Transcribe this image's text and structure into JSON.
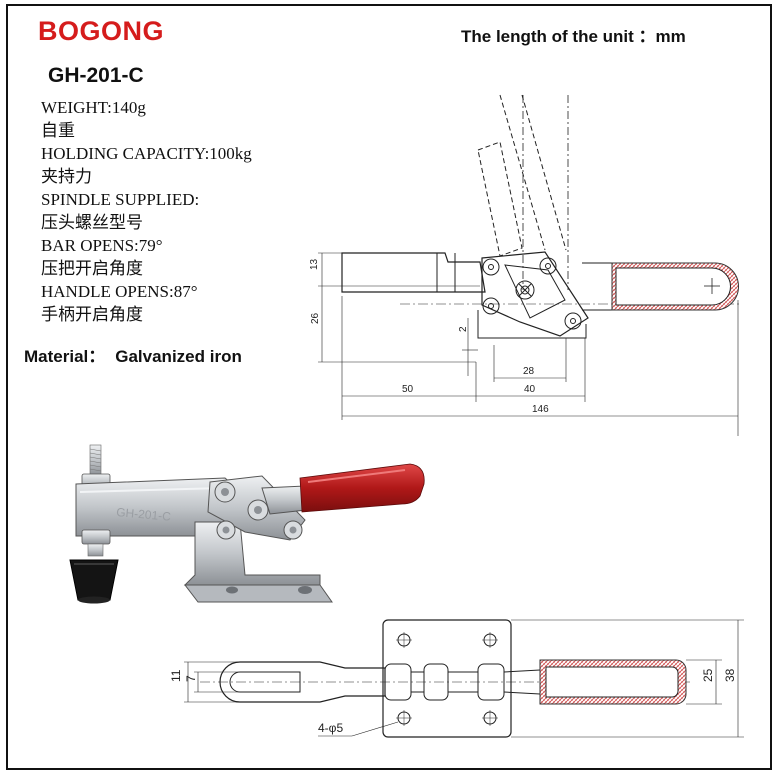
{
  "brand": "BOGONG",
  "unit_note": "The length of the unit ：mm",
  "model": "GH-201-C",
  "specs": [
    "WEIGHT:140g",
    "自重",
    "HOLDING CAPACITY:100kg",
    "夹持力",
    "SPINDLE SUPPLIED:",
    "压头螺丝型号",
    "BAR OPENS:79°",
    "压把开启角度",
    "HANDLE OPENS:87°",
    "手柄开启角度"
  ],
  "material": {
    "label": "Material：",
    "value": "Galvanized iron"
  },
  "side_view_dims": {
    "d13": "13",
    "d26": "26",
    "d2": "2",
    "d28": "28",
    "d40": "40",
    "d50": "50",
    "d146": "146"
  },
  "top_view_dims": {
    "d11": "11",
    "d7": "7",
    "d25": "25",
    "d38": "38",
    "holes": "4-φ5"
  },
  "photo_label": "GH-201-C",
  "colors": {
    "brand": "#d51c1c",
    "handle_grip": "#b01818",
    "metal": "#c8ccd0"
  }
}
